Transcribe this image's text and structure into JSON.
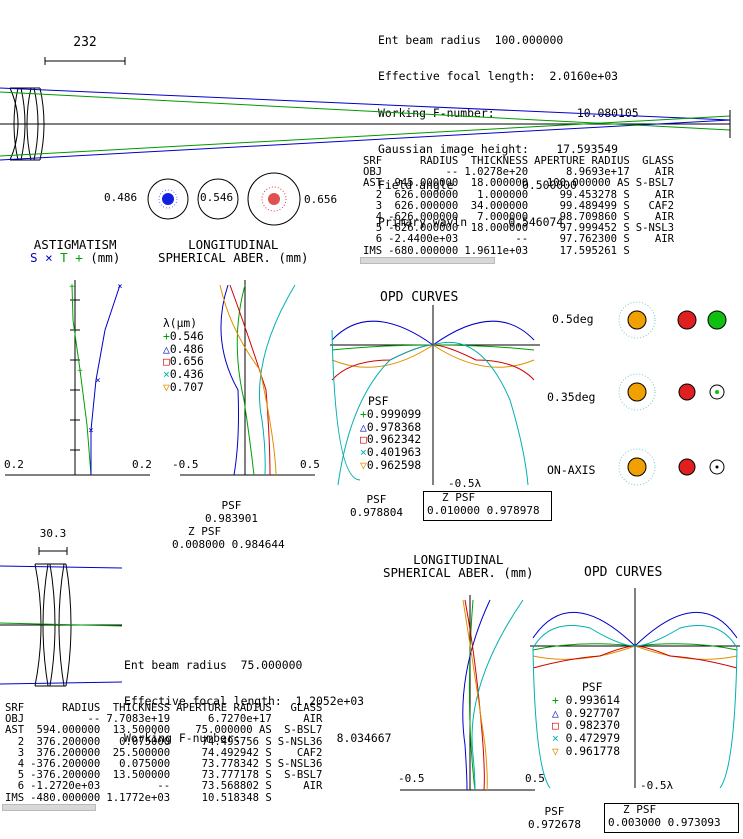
{
  "top": {
    "scale_label": "232",
    "specs": [
      {
        "label": "Ent beam radius",
        "value": "100.000000"
      },
      {
        "label": "Effective focal length:",
        "value": "2.0160e+03"
      },
      {
        "label": "Working F-number:",
        "value": "10.080105"
      },
      {
        "label": "Gaussian image height:",
        "value": "17.593549"
      },
      {
        "label": "Field angle",
        "value": "0.500000"
      },
      {
        "label": "Primary wavln",
        "value": "0.546074"
      }
    ],
    "spot_labels": [
      "0.486",
      "0.546",
      "0.656"
    ],
    "table": {
      "headers": [
        "SRF",
        "RADIUS",
        "THICKNESS",
        "APERTURE RADIUS",
        "GLASS"
      ],
      "rows": [
        [
          "OBJ",
          "--",
          "1.0278e+20",
          "8.9693e+17",
          "AIR"
        ],
        [
          "AST",
          "945.000000",
          "18.000000",
          "100.000000 AS",
          "S-BSL7"
        ],
        [
          "2",
          "626.000000",
          "1.000000",
          "99.453278 S",
          "AIR"
        ],
        [
          "3",
          "626.000000",
          "34.000000",
          "99.489499 S",
          "CAF2"
        ],
        [
          "4",
          "-626.000000",
          "7.000000",
          "98.709860 S",
          "AIR"
        ],
        [
          "5",
          "-626.000000",
          "18.000000",
          "97.999452 S",
          "S-NSL3"
        ],
        [
          "6",
          "-2.4400e+03",
          "--",
          "97.762300 S",
          "AIR"
        ],
        [
          "IMS",
          "-680.000000",
          "1.9611e+03",
          "17.595261 S",
          ""
        ]
      ]
    },
    "astig": {
      "title": "ASTIGMATISM",
      "legend": [
        "S",
        "×",
        "T",
        "+",
        "(mm)"
      ],
      "xmin": "0.2",
      "xmax": "0.2"
    },
    "lsa": {
      "title1": "LONGITUDINAL",
      "title2": "SPHERICAL ABER. (mm)",
      "unit": "λ(μm)",
      "legend": [
        {
          "sym": "+",
          "label": "0.546",
          "color": "#00a000"
        },
        {
          "sym": "△",
          "label": "0.486",
          "color": "#0000c8"
        },
        {
          "sym": "□",
          "label": "0.656",
          "color": "#d00000"
        },
        {
          "sym": "×",
          "label": "0.436",
          "color": "#00b0b0"
        },
        {
          "sym": "▽",
          "label": "0.707",
          "color": "#e09000"
        }
      ],
      "xmin": "-0.5",
      "xmax": "0.5"
    },
    "opd": {
      "title": "OPD CURVES",
      "psf_title": "PSF",
      "psf": [
        {
          "sym": "+",
          "value": "0.999099",
          "color": "#00a000"
        },
        {
          "sym": "△",
          "value": "0.978368",
          "color": "#0000c8"
        },
        {
          "sym": "□",
          "value": "0.962342",
          "color": "#d00000"
        },
        {
          "sym": "×",
          "value": "0.401963",
          "color": "#00b0b0"
        },
        {
          "sym": "▽",
          "value": "0.962598",
          "color": "#e09000"
        }
      ],
      "scale": "-0.5λ"
    },
    "fields": [
      "0.5deg",
      "0.35deg",
      "ON-AXIS"
    ],
    "psf_left": {
      "label": "PSF",
      "value": "0.983901"
    },
    "z_left": {
      "z_label": "Z",
      "psf_label": "PSF",
      "z": "0.008000",
      "psf": "0.984644"
    },
    "psf_mid": {
      "label": "PSF",
      "value": "0.978804"
    },
    "z_box": {
      "z_label": "Z",
      "psf_label": "PSF",
      "z": "0.010000",
      "psf": "0.978978"
    }
  },
  "bottom": {
    "scale_label": "30.3",
    "specs": [
      {
        "label": "Ent beam radius",
        "value": "75.000000"
      },
      {
        "label": "Effective focal length:",
        "value": "1.2052e+03"
      },
      {
        "label": "Working F-number:",
        "value": "8.034667"
      }
    ],
    "table": {
      "headers": [
        "SRF",
        "RADIUS",
        "THICKNESS",
        "APERTURE RADIUS",
        "GLASS"
      ],
      "rows": [
        [
          "OBJ",
          "--",
          "7.7083e+19",
          "6.7270e+17",
          "AIR"
        ],
        [
          "AST",
          "594.000000",
          "13.500000",
          "75.000000 AS",
          "S-BSL7"
        ],
        [
          "2",
          "376.200000",
          "0.075000",
          "74.495756 S",
          "S-NSL36"
        ],
        [
          "3",
          "376.200000",
          "25.500000",
          "74.492942 S",
          "CAF2"
        ],
        [
          "4",
          "-376.200000",
          "0.075000",
          "73.778342 S",
          "S-NSL36"
        ],
        [
          "5",
          "-376.200000",
          "13.500000",
          "73.777178 S",
          "S-BSL7"
        ],
        [
          "6",
          "-1.2720e+03",
          "--",
          "73.568802 S",
          "AIR"
        ],
        [
          "IMS",
          "-480.000000",
          "1.1772e+03",
          "10.518348 S",
          ""
        ]
      ]
    },
    "lsa": {
      "title1": "LONGITUDINAL",
      "title2": "SPHERICAL ABER. (mm)",
      "xmin": "-0.5",
      "xmax": "0.5"
    },
    "opd": {
      "title": "OPD CURVES",
      "psf_title": "PSF",
      "psf": [
        {
          "sym": "+",
          "value": "0.993614",
          "color": "#00a000"
        },
        {
          "sym": "△",
          "value": "0.927707",
          "color": "#0000c8"
        },
        {
          "sym": "□",
          "value": "0.982370",
          "color": "#d00000"
        },
        {
          "sym": "×",
          "value": "0.472979",
          "color": "#00b0b0"
        },
        {
          "sym": "▽",
          "value": "0.961778",
          "color": "#e09000"
        }
      ],
      "scale": "-0.5λ"
    },
    "psf_left": {
      "label": "PSF",
      "value": "0.972678"
    },
    "z_box": {
      "z_label": "Z",
      "psf_label": "PSF",
      "z": "0.003000",
      "psf": "0.973093"
    }
  }
}
